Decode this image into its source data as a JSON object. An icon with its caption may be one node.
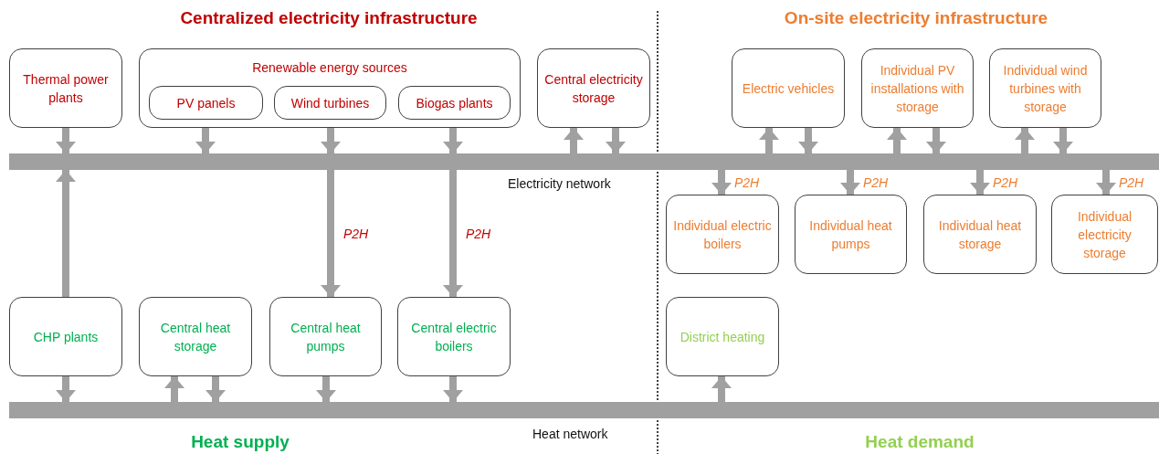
{
  "diagram": {
    "nodes": [
      {
        "text": [
          "Thermal power plants"
        ]
      },
      {
        "text": [
          "Renewable energy sources"
        ]
      },
      {
        "text": [
          "PV panels"
        ],
        "in": 1
      },
      {
        "text": [
          "Wind turbines"
        ],
        "in": 1
      },
      {
        "text": [
          "Biogas plants"
        ],
        "in": 1
      },
      {
        "text": [
          "Central electricity storage"
        ]
      },
      {
        "text": [
          "Electric vehicles"
        ]
      },
      {
        "text": [
          "Individual PV installations with storage"
        ]
      },
      {
        "text": [
          "Individual wind turbines with storage"
        ]
      },
      {
        "text": [],
        "shape": "bar",
        "beside": [
          "Electricity network"
        ]
      },
      {
        "text": [
          "Individual electric boilers"
        ]
      },
      {
        "text": [
          "Individual heat pumps"
        ]
      },
      {
        "text": [
          "Individual heat storage"
        ]
      },
      {
        "text": [
          "Individual electricity storage"
        ]
      },
      {
        "text": [
          "CHP plants"
        ]
      },
      {
        "text": [
          "Central heat storage"
        ]
      },
      {
        "text": [
          "Central heat pumps"
        ]
      },
      {
        "text": [
          "Central electric boilers"
        ]
      },
      {
        "text": [
          "District heating"
        ]
      },
      {
        "text": [],
        "shape": "bar",
        "beside": [
          "Heat network"
        ]
      }
    ],
    "edges": [
      {
        "from": 0,
        "to": 9,
        "arrow": "to"
      },
      {
        "from": 2,
        "to": 9,
        "arrow": "to"
      },
      {
        "from": 3,
        "to": 9,
        "arrow": "to"
      },
      {
        "from": 4,
        "to": 9,
        "arrow": "to"
      },
      {
        "from": 9,
        "to": 5,
        "arrow": "to"
      },
      {
        "from": 5,
        "to": 9,
        "arrow": "to"
      },
      {
        "from": 9,
        "to": 6,
        "arrow": "to"
      },
      {
        "from": 6,
        "to": 9,
        "arrow": "to"
      },
      {
        "from": 9,
        "to": 7,
        "arrow": "to"
      },
      {
        "from": 7,
        "to": 9,
        "arrow": "to"
      },
      {
        "from": 9,
        "to": 8,
        "arrow": "to"
      },
      {
        "from": 8,
        "to": 9,
        "arrow": "to"
      },
      {
        "from": 14,
        "to": 9,
        "arrow": "to"
      },
      {
        "from": 9,
        "to": 16,
        "arrow": "to",
        "label": "P2H"
      },
      {
        "from": 9,
        "to": 17,
        "arrow": "to",
        "label": "P2H"
      },
      {
        "from": 9,
        "to": 10,
        "arrow": "to",
        "label": "P2H"
      },
      {
        "from": 9,
        "to": 11,
        "arrow": "to",
        "label": "P2H"
      },
      {
        "from": 9,
        "to": 12,
        "arrow": "to",
        "label": "P2H"
      },
      {
        "from": 9,
        "to": 13,
        "arrow": "to",
        "label": "P2H"
      },
      {
        "from": 14,
        "to": 19,
        "arrow": "to"
      },
      {
        "from": 19,
        "to": 15,
        "arrow": "to"
      },
      {
        "from": 15,
        "to": 19,
        "arrow": "to"
      },
      {
        "from": 16,
        "to": 19,
        "arrow": "to"
      },
      {
        "from": 17,
        "to": 19,
        "arrow": "to"
      },
      {
        "from": 19,
        "to": 18,
        "arrow": "to"
      }
    ],
    "labels": [
      "Centralized electricity infrastructure",
      "On-site electricity infrastructure",
      "Heat supply",
      "Heat demand"
    ]
  }
}
